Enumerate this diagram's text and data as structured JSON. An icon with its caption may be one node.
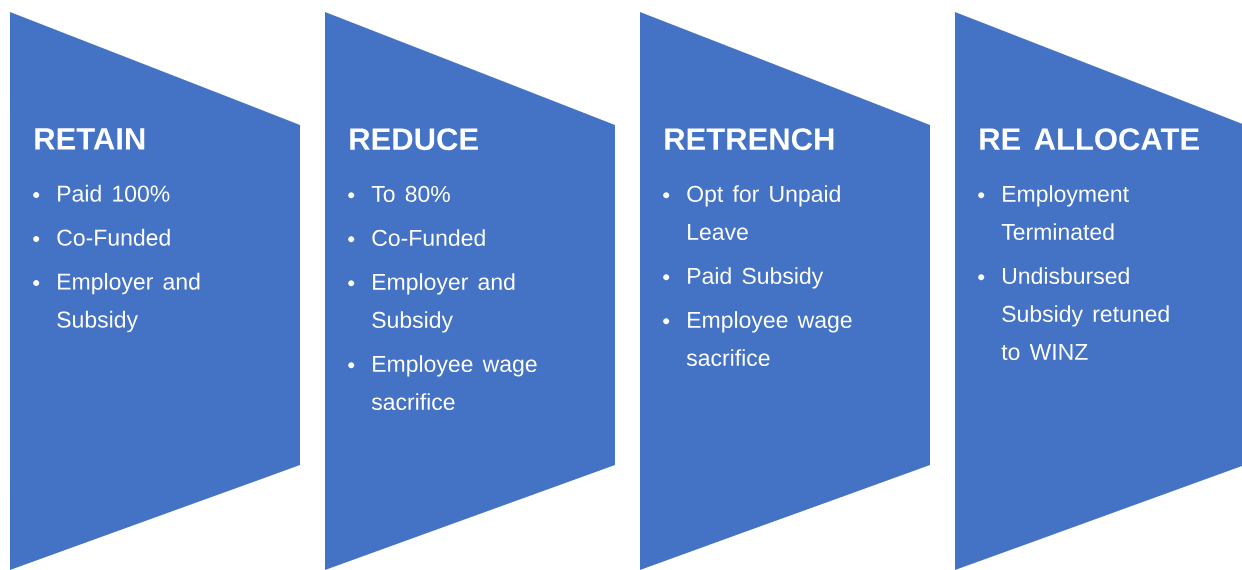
{
  "diagram": {
    "nodes": [
      {
        "text": [
          "RETAIN",
          "Paid 100%",
          "Co-Funded",
          "Employer and Subsidy"
        ]
      },
      {
        "text": [
          "REDUCE",
          "To 80%",
          "Co-Funded",
          "Employer and Subsidy",
          "Employee wage sacrifice"
        ]
      },
      {
        "text": [
          "RETRENCH",
          "Opt for Unpaid Leave",
          "Paid Subsidy",
          "Employee wage sacrifice"
        ]
      },
      {
        "text": [
          "RE ALLOCATE",
          "Employment Terminated",
          "Undisbursed Subsidy retuned to WINZ"
        ]
      }
    ]
  }
}
